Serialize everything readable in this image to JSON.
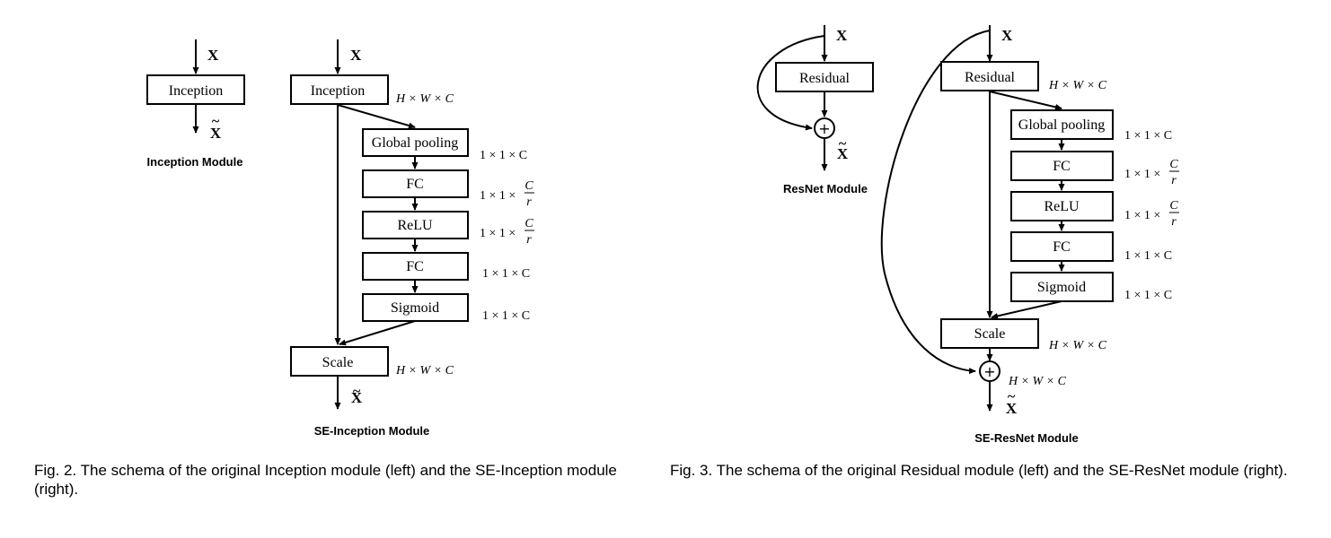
{
  "symbols": {
    "input": "X",
    "output": "X",
    "tilde": "~",
    "plus": "+"
  },
  "dims": {
    "hwc": "H × W × C",
    "one_c": "1 × 1 × C",
    "one_prefix": "1 × 1 ×",
    "frac_num": "C",
    "frac_den": "r"
  },
  "fig2": {
    "left": {
      "title": "Inception Module",
      "block": "Inception"
    },
    "right": {
      "title": "SE-Inception Module",
      "blocks": {
        "inception": "Inception",
        "global_pooling": "Global pooling",
        "fc1": "FC",
        "relu": "ReLU",
        "fc2": "FC",
        "sigmoid": "Sigmoid",
        "scale": "Scale"
      }
    },
    "caption": "Fig. 2. The schema of the original Inception module (left) and the SE-Inception module (right)."
  },
  "fig3": {
    "left": {
      "title": "ResNet Module",
      "block": "Residual"
    },
    "right": {
      "title": "SE-ResNet Module",
      "blocks": {
        "residual": "Residual",
        "global_pooling": "Global pooling",
        "fc1": "FC",
        "relu": "ReLU",
        "fc2": "FC",
        "sigmoid": "Sigmoid",
        "scale": "Scale"
      }
    },
    "caption": "Fig. 3. The schema of the original Residual module (left) and the SE-ResNet module (right)."
  }
}
